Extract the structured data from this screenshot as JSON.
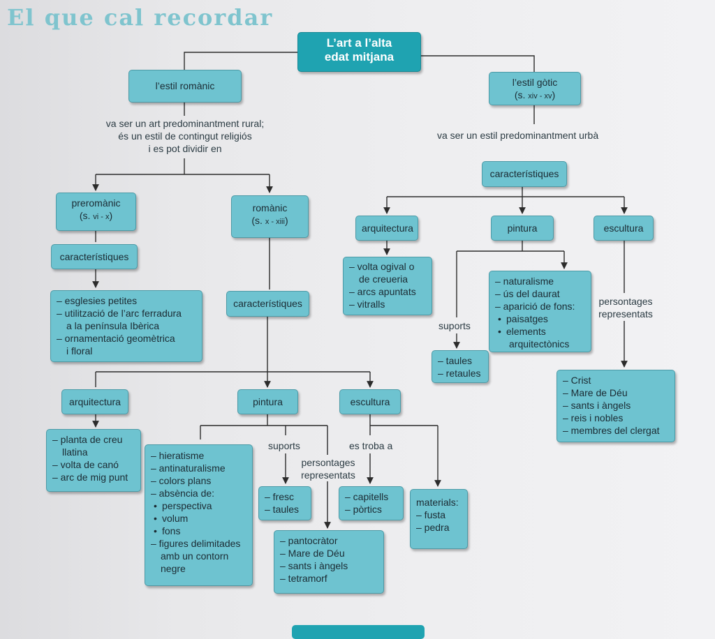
{
  "heading": "El que cal recordar",
  "root": [
    "L’art a l’alta",
    "edat mitjana"
  ],
  "romanic": {
    "title": "l’estil romànic",
    "description": [
      "va ser un art predominantment rural;",
      "és un estil de contingut religiós",
      "i es pot dividir en"
    ],
    "preromanic": {
      "title": "preromànic",
      "period_prefix": "(s. ",
      "period_range": "vi - x",
      "period_suffix": ")",
      "characteristics_label": "característiques",
      "characteristics": [
        "– esglesies petites",
        "– utilització de l’arc ferradura",
        "a la península Ibèrica",
        "– ornamentació geomètrica",
        "i floral"
      ]
    },
    "romanic_period": {
      "title": "romànic",
      "period_prefix": "(s. ",
      "period_range": "x - xiii",
      "period_suffix": ")",
      "characteristics_label": "característiques"
    },
    "arquitectura": {
      "label": "arquitectura",
      "items": [
        "– planta de creu",
        "llatina",
        "– volta de canó",
        "– arc de mig punt"
      ]
    },
    "pintura": {
      "label": "pintura",
      "items": [
        "– hieratisme",
        "– antinaturalisme",
        "– colors plans",
        "– absència de:"
      ],
      "bullets": [
        "perspectiva",
        "volum",
        "fons"
      ],
      "items_end": [
        "– figures delimitades",
        "amb un contorn",
        "negre"
      ],
      "suports_label": "suports",
      "suports": [
        "– fresc",
        "– taules"
      ],
      "personatges_label": [
        "persontages",
        "representats"
      ],
      "personatges": [
        "– pantocràtor",
        "– Mare de Déu",
        "– sants i àngels",
        "– tetramorf"
      ]
    },
    "escultura": {
      "label": "escultura",
      "es_troba_label": "es troba a",
      "es_troba": [
        "– capitells",
        "– pòrtics"
      ],
      "materials": [
        "materials:",
        "– fusta",
        "– pedra"
      ]
    }
  },
  "gotic": {
    "title": "l’estil gòtic",
    "period_prefix": "(s. ",
    "period_range": "xiv - xv",
    "period_suffix": ")",
    "description": "va ser un estil predominantment urbà",
    "characteristics_label": "característiques",
    "arquitectura": {
      "label": "arquitectura",
      "items": [
        "– volta ogival o",
        "de creueria",
        "– arcs apuntats",
        "– vitralls"
      ]
    },
    "pintura": {
      "label": "pintura",
      "items": [
        "– naturalisme",
        "– ús del daurat",
        "– aparició de fons:"
      ],
      "bullets": [
        "paisatges",
        "elements"
      ],
      "bullet_continuation": "arquitectònics",
      "suports_label": "suports",
      "suports": [
        "– taules",
        "– retaules"
      ]
    },
    "escultura": {
      "label": "escultura",
      "personatges_label": [
        "persontages",
        "representats"
      ],
      "personatges": [
        "– Crist",
        "– Mare de Déu",
        "– sants i àngels",
        "– reis i nobles",
        "– membres del clergat"
      ]
    }
  },
  "colors": {
    "box": "#6ec3d0",
    "main": "#1fa3b1",
    "title": "#7fc4ce",
    "line": "#2b2b2b"
  }
}
